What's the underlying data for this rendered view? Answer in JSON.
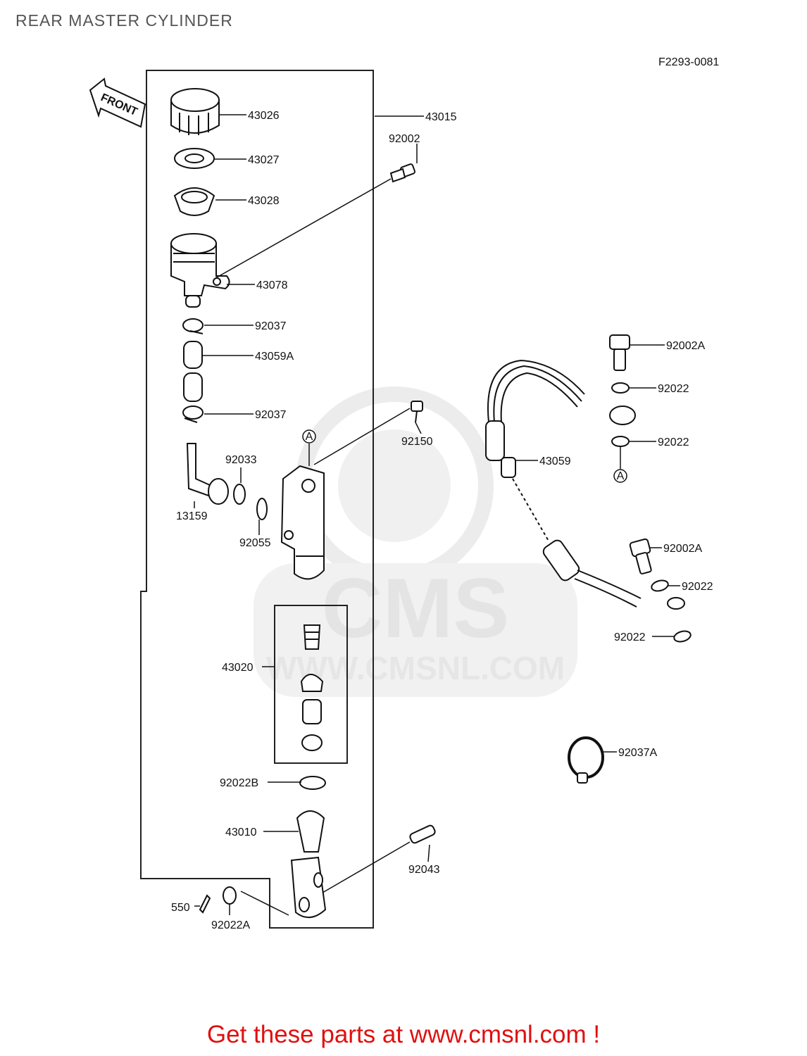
{
  "page": {
    "title": "REAR MASTER CYLINDER",
    "figure_code": "F2293-0081",
    "front_arrow_label": "FRONT",
    "footer": "Get these parts at www.cmsnl.com !"
  },
  "watermark": {
    "brand": "CMS",
    "url": "WWW.CMSNL.COM"
  },
  "colors": {
    "footer": "#e01010",
    "title": "#555555",
    "line": "#111111",
    "watermark": "#e8e8e8"
  },
  "reference_marker": "A",
  "parts": [
    {
      "id": "43026",
      "label": "43026"
    },
    {
      "id": "43027",
      "label": "43027"
    },
    {
      "id": "43028",
      "label": "43028"
    },
    {
      "id": "43015",
      "label": "43015"
    },
    {
      "id": "92002",
      "label": "92002"
    },
    {
      "id": "43078",
      "label": "43078"
    },
    {
      "id": "92037-a",
      "label": "92037"
    },
    {
      "id": "43059A",
      "label": "43059A"
    },
    {
      "id": "92037-b",
      "label": "92037"
    },
    {
      "id": "92150",
      "label": "92150"
    },
    {
      "id": "92033",
      "label": "92033"
    },
    {
      "id": "13159",
      "label": "13159"
    },
    {
      "id": "92055",
      "label": "92055"
    },
    {
      "id": "43020",
      "label": "43020"
    },
    {
      "id": "92022B",
      "label": "92022B"
    },
    {
      "id": "43010",
      "label": "43010"
    },
    {
      "id": "92043",
      "label": "92043"
    },
    {
      "id": "550",
      "label": "550"
    },
    {
      "id": "92022A",
      "label": "92022A"
    },
    {
      "id": "92002A-a",
      "label": "92002A"
    },
    {
      "id": "92022-a",
      "label": "92022"
    },
    {
      "id": "92022-b",
      "label": "92022"
    },
    {
      "id": "43059",
      "label": "43059"
    },
    {
      "id": "92002A-b",
      "label": "92002A"
    },
    {
      "id": "92022-c",
      "label": "92022"
    },
    {
      "id": "92022-d",
      "label": "92022"
    },
    {
      "id": "92037A",
      "label": "92037A"
    }
  ]
}
